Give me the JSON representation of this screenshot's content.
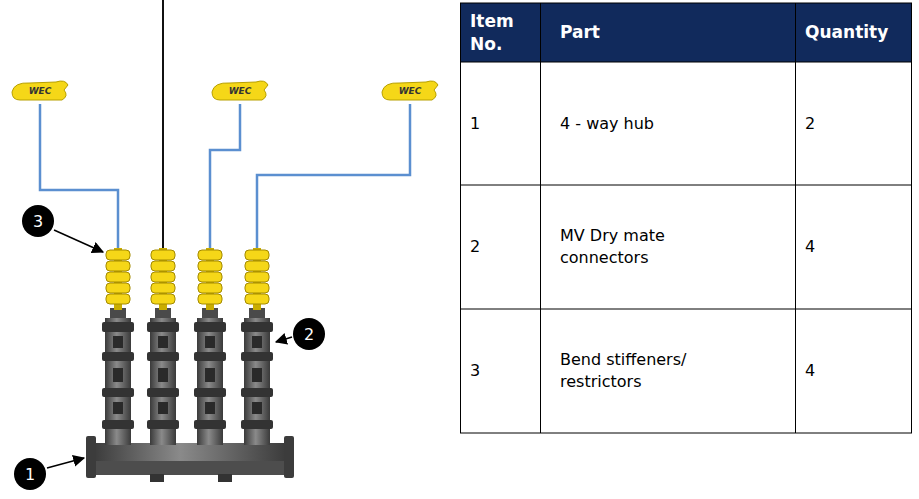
{
  "diagram": {
    "nodes": [
      {
        "text": [
          "WEC"
        ]
      },
      {
        "text": [
          "WEC"
        ]
      },
      {
        "text": [
          "WEC"
        ]
      },
      {
        "text": [
          "3"
        ]
      },
      {
        "text": [
          "2"
        ]
      },
      {
        "text": [
          "1"
        ]
      }
    ],
    "labels": [
      "Item No.",
      "Part",
      "Quantity",
      "1",
      "4 - way hub",
      "2",
      "2",
      "MV Dry mate connectors",
      "4",
      "3",
      "Bend stiffeners/ restrictors",
      "4"
    ]
  }
}
